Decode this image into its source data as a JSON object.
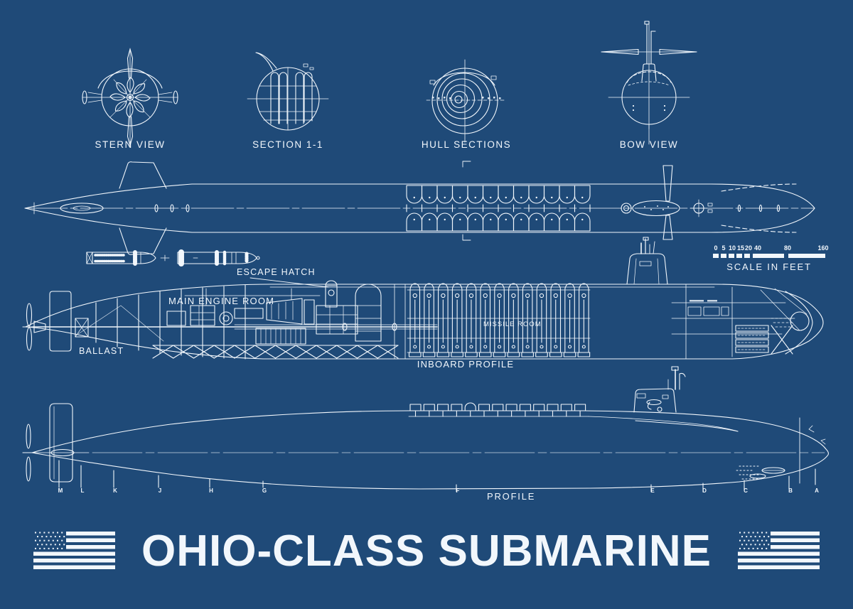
{
  "poster": {
    "background_color": "#1f4a78",
    "line_color": "#f2f7fc",
    "title": "OHIO-CLASS SUBMARINE"
  },
  "views": [
    {
      "label": "STERN VIEW"
    },
    {
      "label": "SECTION 1-1"
    },
    {
      "label": "HULL SECTIONS"
    },
    {
      "label": "BOW VIEW"
    }
  ],
  "scale": {
    "ticks": [
      "0",
      "5",
      "10",
      "15",
      "20",
      "40",
      "80",
      "160"
    ],
    "caption": "SCALE IN FEET"
  },
  "inboard": {
    "escape_hatch_label": "ESCAPE HATCH",
    "main_engine_room_label": "MAIN ENGINE ROOM",
    "missile_room_label": "MISSILE ROOM",
    "ballast_label": "BALLAST",
    "caption": "INBOARD PROFILE"
  },
  "profile": {
    "caption": "PROFILE",
    "frame_letters": [
      "M",
      "L",
      "K",
      "J",
      "H",
      "G",
      "F",
      "E",
      "D",
      "C",
      "B",
      "A"
    ]
  }
}
